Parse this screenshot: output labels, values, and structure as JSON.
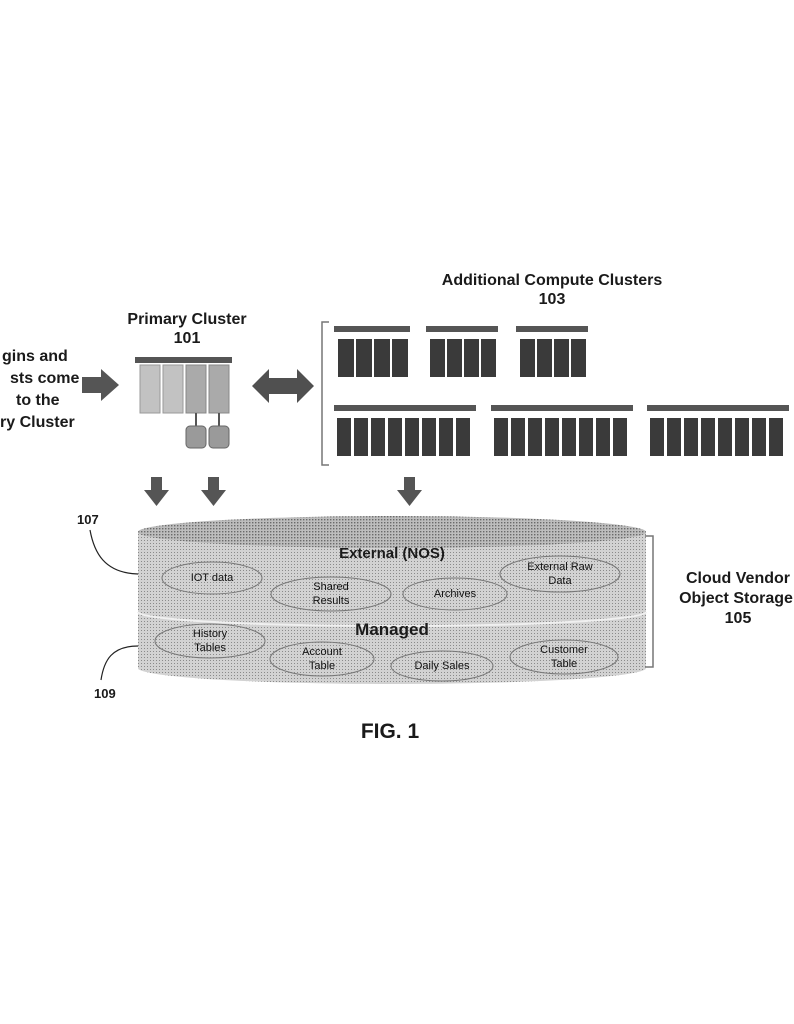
{
  "primary_cluster": {
    "title": "Primary Cluster",
    "ref": "101"
  },
  "additional_clusters": {
    "title": "Additional Compute Clusters",
    "ref": "103"
  },
  "logins_text": [
    "gins and",
    "sts come",
    "to the",
    "ry Cluster"
  ],
  "storage_label": {
    "line1": "Cloud Vendor",
    "line2": "Object Storage",
    "ref": "105"
  },
  "external_layer": {
    "title": "External (NOS)",
    "ref": "107",
    "items": [
      {
        "line1": "IOT data",
        "line2": ""
      },
      {
        "line1": "Shared",
        "line2": "Results"
      },
      {
        "line1": "Archives",
        "line2": ""
      },
      {
        "line1": "External Raw",
        "line2": "Data"
      }
    ]
  },
  "managed_layer": {
    "title": "Managed",
    "ref": "109",
    "items": [
      {
        "line1": "History",
        "line2": "Tables"
      },
      {
        "line1": "Account",
        "line2": "Table"
      },
      {
        "line1": "Daily Sales",
        "line2": ""
      },
      {
        "line1": "Customer",
        "line2": "Table"
      }
    ]
  },
  "figure_caption": "FIG. 1",
  "colors": {
    "dark_node": "#3a3a3a",
    "bar": "#555555",
    "light_node": "#c8c8c8",
    "storage": "#c9c9c9",
    "arrow": "#5a5a5a"
  }
}
